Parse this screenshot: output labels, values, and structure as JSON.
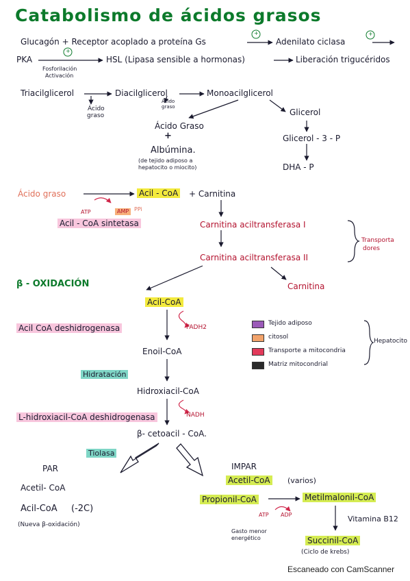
{
  "title": "Catabolismo de ácidos grasos",
  "activation": {
    "line1": [
      "Glucagón + Receptor acoplado a proteína Gs",
      "Adenilato ciclasa"
    ],
    "line2": [
      "PKA",
      "HSL (Lipasa sensible a hormonas)",
      "Liberación trigucéridos"
    ],
    "plus": "+",
    "note": [
      "Fosforilación",
      "Activación"
    ]
  },
  "lipolysis": {
    "tag": "Triacilglicerol",
    "dag": "Diacilglicerol",
    "mag": "Monoacilglicerol",
    "fa_release1": [
      "Ácido",
      "graso"
    ],
    "fa_release2": [
      "Ácido",
      "graso"
    ],
    "fatty_acid": "Ácido Graso",
    "plus": "+",
    "albumin": "Albúmina.",
    "albumin_note": [
      "(de tejido adiposo a",
      "hepatocito o miocito)"
    ],
    "glycerol": "Glicerol",
    "g3p": "Glicerol - 3 - P",
    "dhap": "DHA - P"
  },
  "activation_fa": {
    "fa": "Ácido graso",
    "acylcoa": "Acil - CoA",
    "plus_carnitina": "+ Carnitina",
    "atp": "ATP",
    "amp": "AMP",
    "ppi": "PPi",
    "synthetase": "Acil - CoA sintetasa",
    "cat1": "Carnitina aciltransferasa I",
    "cat2": "Carnitina aciltransferasa II",
    "transporters": [
      "Transporta",
      "dores"
    ],
    "carnitina": "Carnitina"
  },
  "beta": {
    "heading": "β - OXIDACIÓN",
    "acylcoa": "Acil-CoA",
    "enz1": "Acil CoA deshidrogenasa",
    "fadh2": "FADH2",
    "enoyl": "Enoil-CoA",
    "enz2": "Hidratación",
    "hydroxy": "Hidroxiacil-CoA",
    "enz3": "L-hidroxiacil-CoA deshidrogenasa",
    "nadh": "NADH",
    "keto": "β- cetoacil - CoA.",
    "enz4": "Tiolasa"
  },
  "legend": {
    "items": [
      {
        "label": "Tejido adiposo",
        "color": "#9b5ab8"
      },
      {
        "label": "citosol",
        "color": "#f2a36b"
      },
      {
        "label": "Transporte a mitocondria",
        "color": "#e23a5a"
      },
      {
        "label": "Matriz mitocondrial",
        "color": "#2a2a2a"
      }
    ],
    "group": "Hepatocito"
  },
  "even": {
    "label": "PAR",
    "acetyl": "Acetil- CoA",
    "acyl": "Acil-CoA",
    "minus2c": "(-2C)",
    "note": "(Nueva β-oxidación)"
  },
  "odd": {
    "label": "IMPAR",
    "acetyl": "Acetil-CoA",
    "acetyl_note": "(varios)",
    "propionyl": "Propionil-CoA",
    "methylmalonyl": "Metilmalonil-CoA",
    "atp": "ATP",
    "adp": "ADP",
    "gasto": [
      "Gasto menor",
      "energético"
    ],
    "vitb12": "Vitamina B12",
    "succinyl": "Succinil-CoA",
    "krebs": "(Ciclo de krebs)"
  },
  "footer": "Escaneado con CamScanner"
}
